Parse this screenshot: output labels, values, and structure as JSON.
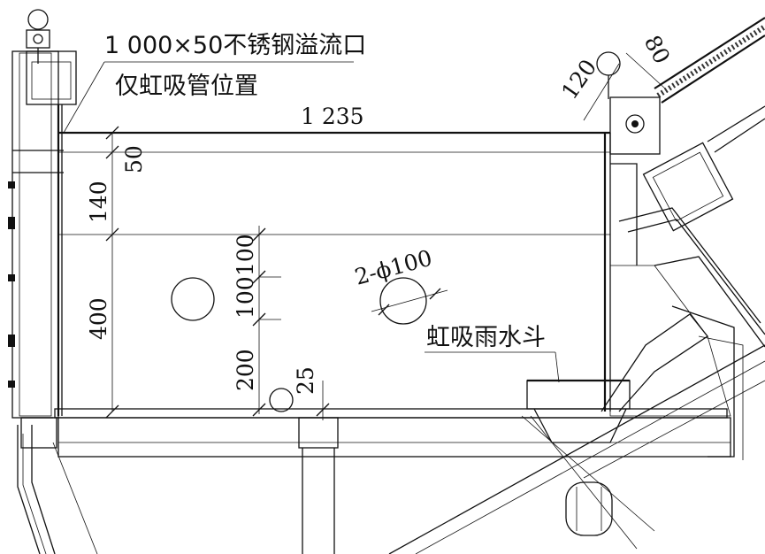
{
  "labels": {
    "overflow": "1 000×50不锈钢溢流口",
    "siphon_position": "仅虹吸管位置",
    "siphon_drain": "虹吸雨水斗",
    "holes": "2-ϕ100"
  },
  "dimensions": {
    "width": "1 235",
    "d50": "50",
    "d140": "140",
    "d400": "400",
    "d100a": "100",
    "d100b": "100",
    "d200": "200",
    "d25": "25",
    "d120": "120",
    "d80": "80"
  }
}
